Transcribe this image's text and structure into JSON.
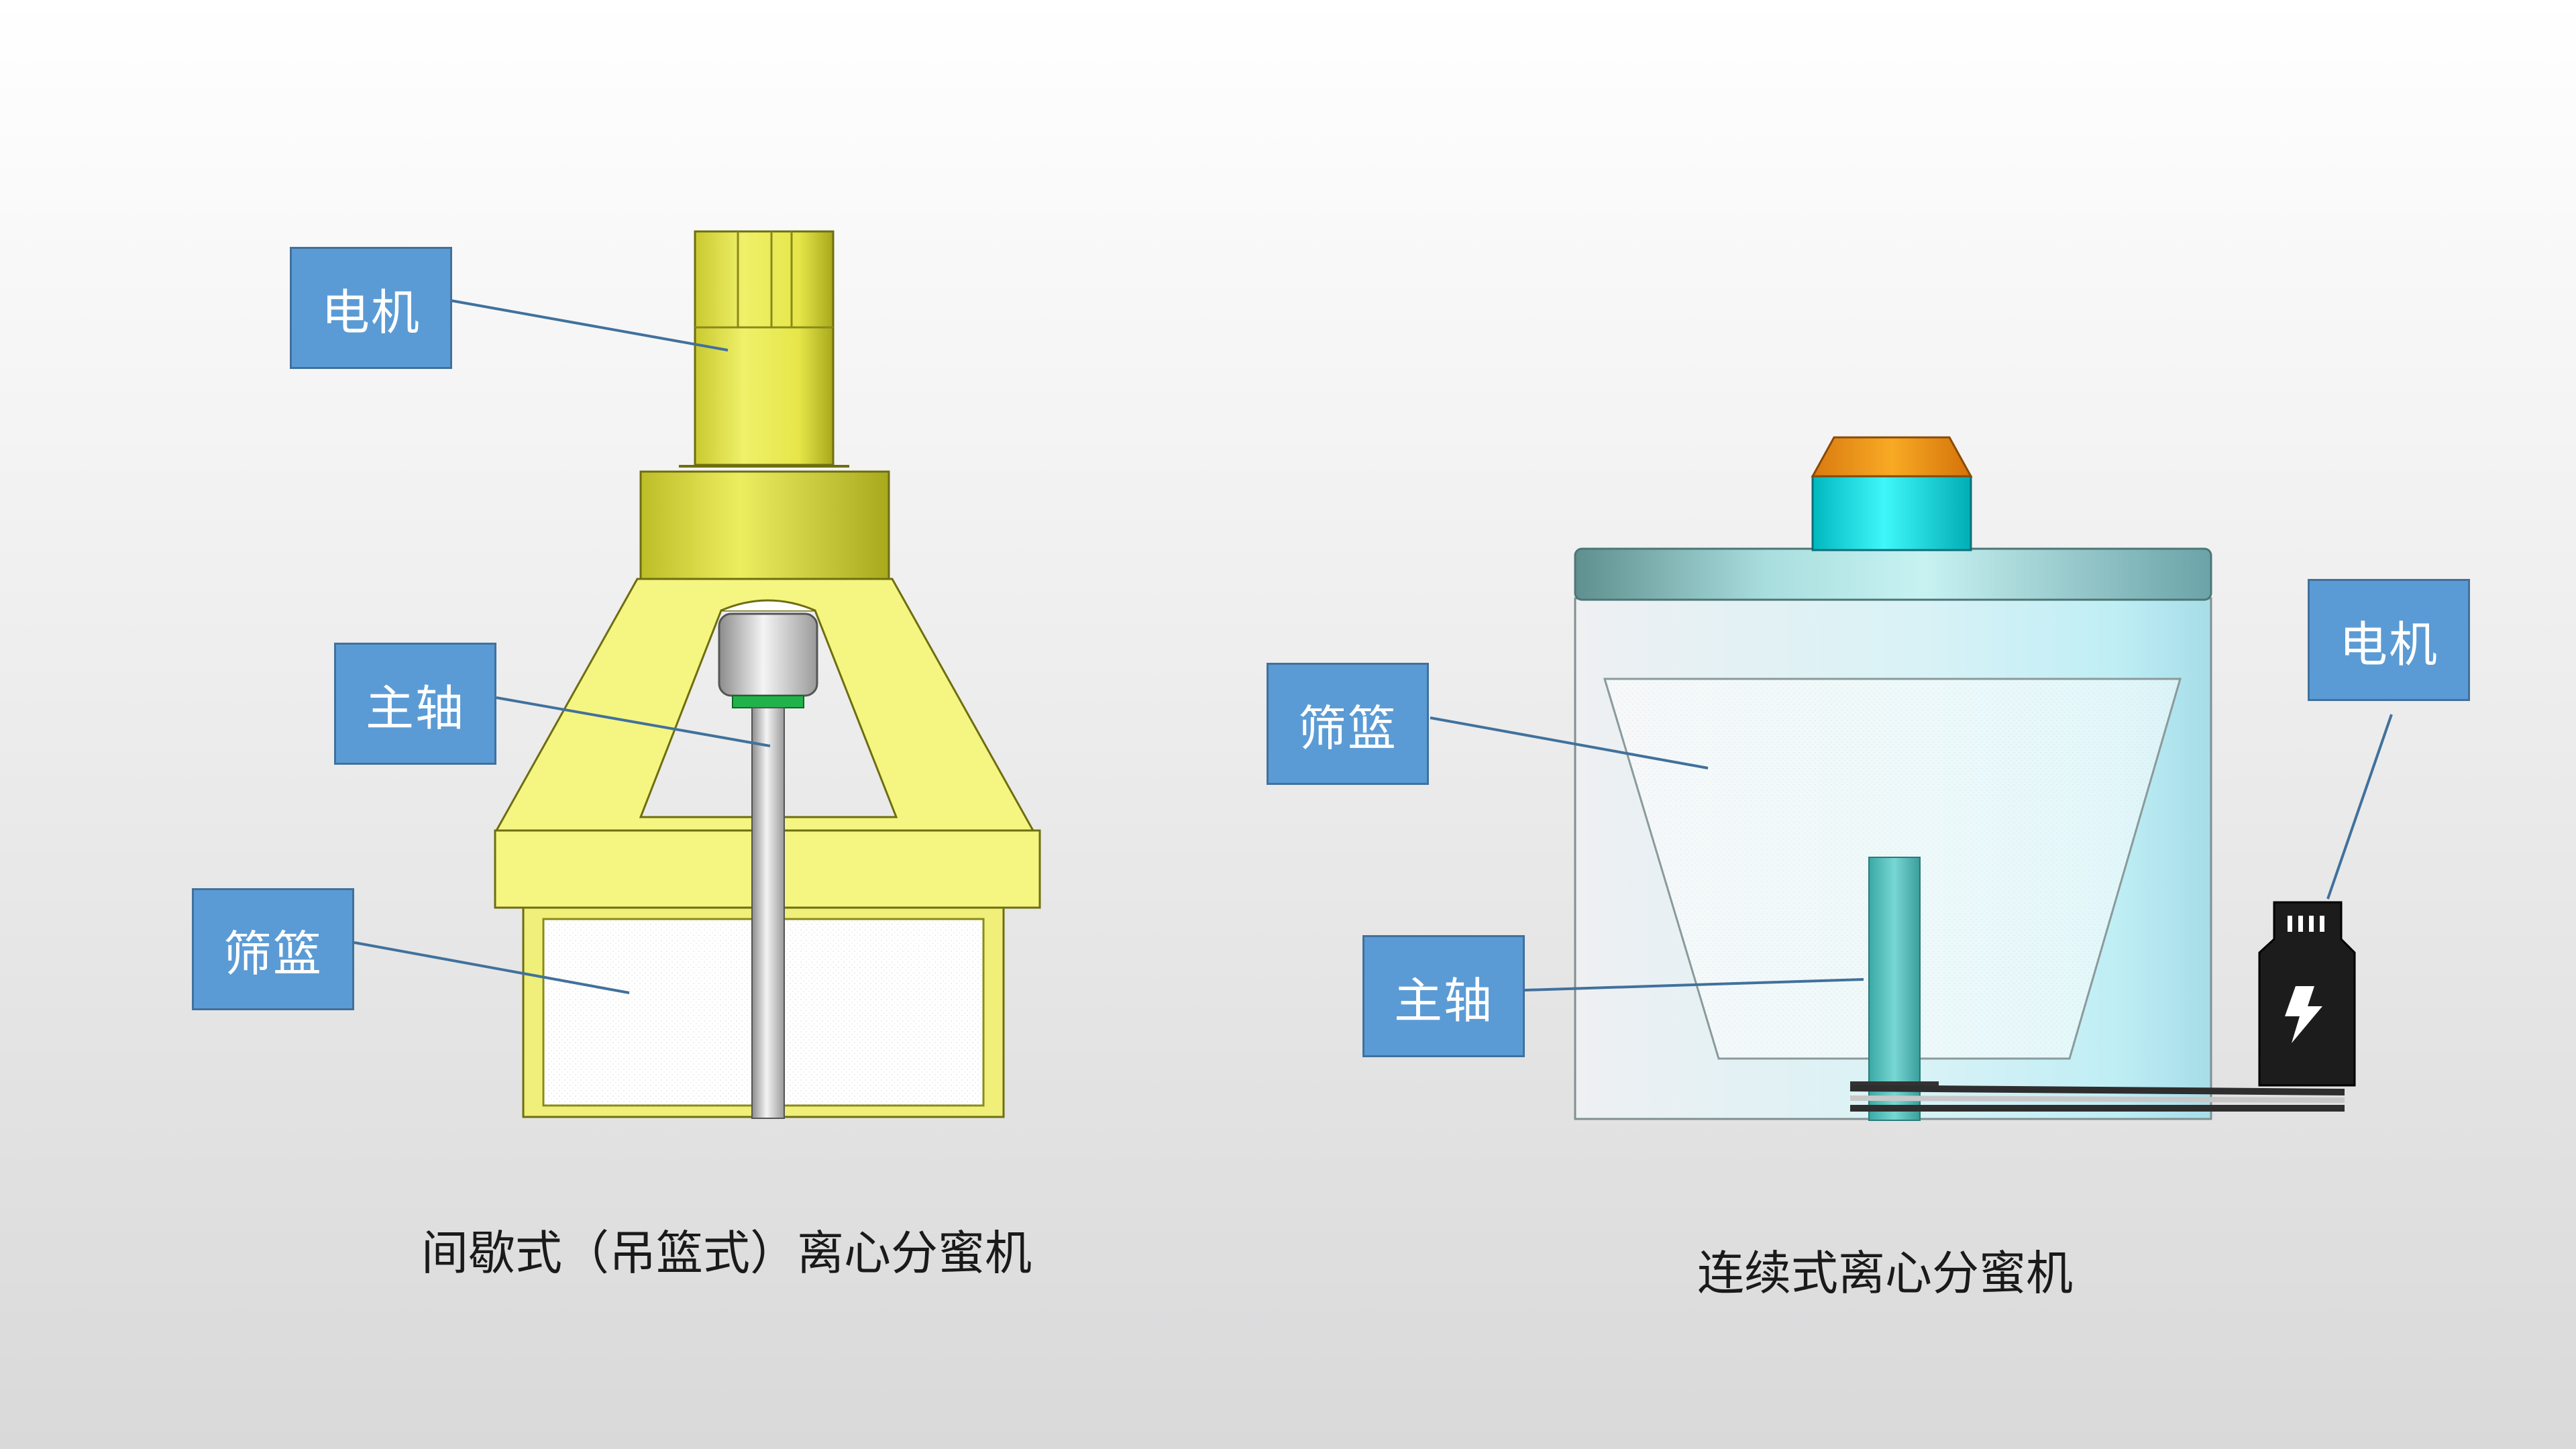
{
  "batch_machine": {
    "caption": "间歇式（吊篮式）离心分蜜机",
    "labels": {
      "motor": "电机",
      "shaft": "主轴",
      "basket": "筛篮"
    }
  },
  "continuous_machine": {
    "caption": "连续式离心分蜜机",
    "labels": {
      "basket": "筛篮",
      "shaft": "主轴",
      "motor": "电机"
    }
  },
  "colors": {
    "callout_fill": "#5b9bd5",
    "callout_border": "#41719c",
    "frame_yellow": "#f5f582",
    "motor_yellow": "#e6e64a",
    "cyan_cap": "#00e8ec",
    "orange_top": "#f5a21c",
    "shaft_teal": "#5cc3c0",
    "leader_line": "#41719c"
  },
  "icons": {
    "continuous_motor": "lightning-icon"
  }
}
